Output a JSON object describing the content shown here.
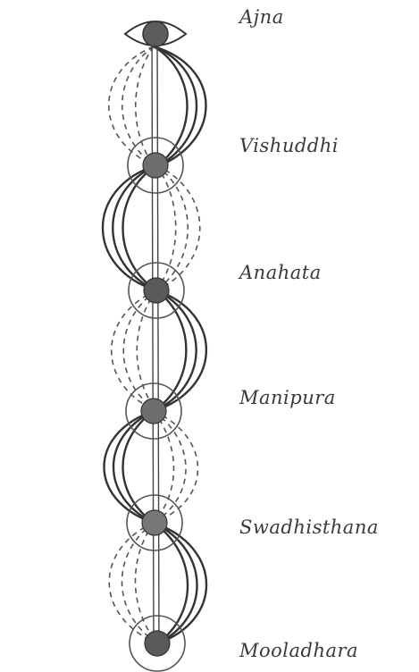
{
  "chakras": [
    {
      "id": "ajna",
      "name": "Ajna"
    },
    {
      "id": "vishuddhi",
      "name": "Vishuddhi"
    },
    {
      "id": "anahata",
      "name": "Anahata"
    },
    {
      "id": "manipura",
      "name": "Manipura"
    },
    {
      "id": "swadhisthana",
      "name": "Swadhisthana"
    },
    {
      "id": "mooladhara",
      "name": "Mooladhara"
    }
  ],
  "colors": {
    "ink": "#333333",
    "node_fill": "#6e6e6e",
    "paper": "#ffffff"
  }
}
